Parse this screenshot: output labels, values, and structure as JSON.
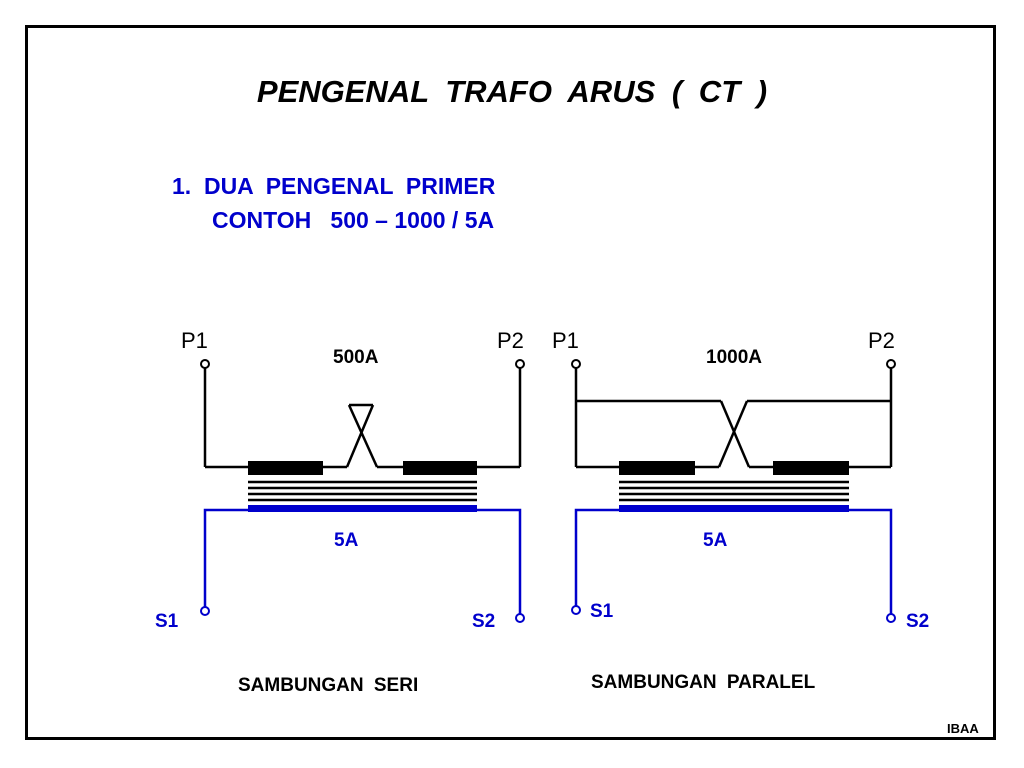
{
  "title": "PENGENAL  TRAFO  ARUS  ( CT )",
  "subtitle_line1": "1.  DUA  PENGENAL  PRIMER",
  "subtitle_line2": "CONTOH   500 – 1000 / 5A",
  "colors": {
    "primary": "#000000",
    "secondary": "#0000cc"
  },
  "left_diagram": {
    "terminal_p1": "P1",
    "terminal_p2": "P2",
    "primary_rating": "500A",
    "secondary_rating": "5A",
    "terminal_s1": "S1",
    "terminal_s2": "S2",
    "caption": "SAMBUNGAN  SERI"
  },
  "right_diagram": {
    "terminal_p1": "P1",
    "terminal_p2": "P2",
    "primary_rating": "1000A",
    "secondary_rating": "5A",
    "terminal_s1": "S1",
    "terminal_s2": "S2",
    "caption": "SAMBUNGAN  PARALEL"
  },
  "footer": "IBAA"
}
